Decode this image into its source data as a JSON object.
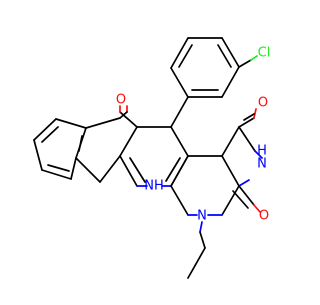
{
  "molecule": {
    "atom_labels": {
      "chlorine": "Cl",
      "ketone_oxygen": "O",
      "upper_carbonyl_oxygen": "O",
      "lower_carbonyl_oxygen": "O",
      "nh_ring_nitrogen": "NH",
      "pyrimidine_nh": "N",
      "pyrimidine_nh_hydrogen": "H",
      "ethyl_nitrogen": "N"
    },
    "colors": {
      "bond": "#000000",
      "oxygen": "#ff0d0d",
      "nitrogen": "#0000ff",
      "chlorine": "#1ff01f"
    }
  }
}
